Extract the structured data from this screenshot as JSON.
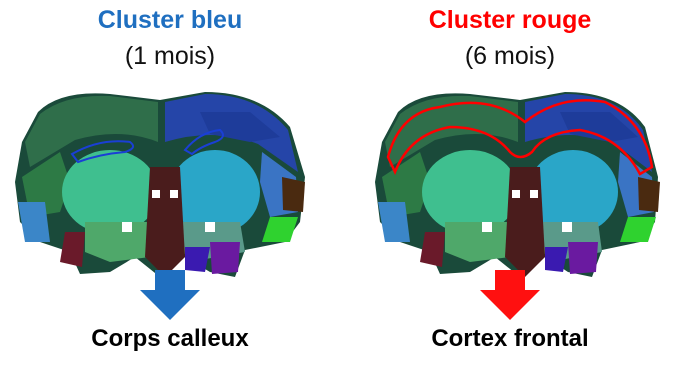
{
  "panels": [
    {
      "title": "Cluster bleu",
      "subtitle": "(1 mois)",
      "caption": "Corps calleux",
      "color": "#1f6fc0",
      "arrow_color": "#1f6fc0",
      "outline_color": "#1a3fd6",
      "highlight_icon": "corpus-callosum-outline"
    },
    {
      "title": "Cluster rouge",
      "subtitle": "(6 mois)",
      "caption": "Cortex frontal",
      "color": "#ff0000",
      "arrow_color": "#ff1010",
      "outline_color": "#ff0000",
      "highlight_icon": "frontal-cortex-outline"
    }
  ]
}
